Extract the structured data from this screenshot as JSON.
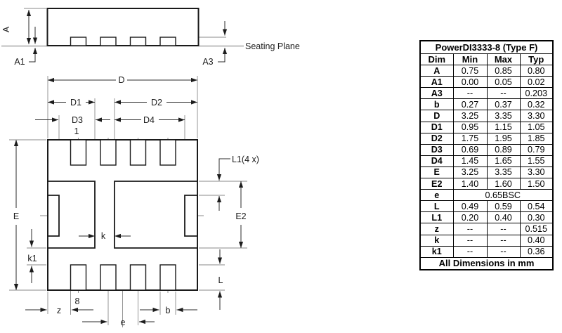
{
  "side_view": {
    "labels": {
      "a": "A",
      "a1": "A1",
      "a3": "A3",
      "seating_plane": "Seating Plane"
    }
  },
  "bottom_view": {
    "labels": {
      "d": "D",
      "d1": "D1",
      "d2": "D2",
      "d3": "D3",
      "d4": "D4",
      "e_dim": "E",
      "e2": "E2",
      "k": "k",
      "k1": "k1",
      "l": "L",
      "l1": "L1(4  x)",
      "z": "z",
      "pitch": "e",
      "b": "b",
      "pin1": "1",
      "pin8": "8"
    }
  },
  "table": {
    "title": "PowerDI3333-8 (Type F)",
    "headers": [
      "Dim",
      "Min",
      "Max",
      "Typ"
    ],
    "rows": [
      {
        "dim": "A",
        "min": "0.75",
        "max": "0.85",
        "typ": "0.80"
      },
      {
        "dim": "A1",
        "min": "0.00",
        "max": "0.05",
        "typ": "0.02"
      },
      {
        "dim": "A3",
        "min": "--",
        "max": "--",
        "typ": "0.203"
      },
      {
        "dim": "b",
        "min": "0.27",
        "max": "0.37",
        "typ": "0.32"
      },
      {
        "dim": "D",
        "min": "3.25",
        "max": "3.35",
        "typ": "3.30"
      },
      {
        "dim": "D1",
        "min": "0.95",
        "max": "1.15",
        "typ": "1.05"
      },
      {
        "dim": "D2",
        "min": "1.75",
        "max": "1.95",
        "typ": "1.85"
      },
      {
        "dim": "D3",
        "min": "0.69",
        "max": "0.89",
        "typ": "0.79"
      },
      {
        "dim": "D4",
        "min": "1.45",
        "max": "1.65",
        "typ": "1.55"
      },
      {
        "dim": "E",
        "min": "3.25",
        "max": "3.35",
        "typ": "3.30"
      },
      {
        "dim": "E2",
        "min": "1.40",
        "max": "1.60",
        "typ": "1.50"
      },
      {
        "dim": "e",
        "span": "0.65BSC"
      },
      {
        "dim": "L",
        "min": "0.49",
        "max": "0.59",
        "typ": "0.54"
      },
      {
        "dim": "L1",
        "min": "0.20",
        "max": "0.40",
        "typ": "0.30"
      },
      {
        "dim": "z",
        "min": "--",
        "max": "--",
        "typ": "0.515"
      },
      {
        "dim": "k",
        "min": "--",
        "max": "--",
        "typ": "0.40"
      },
      {
        "dim": "k1",
        "min": "--",
        "max": "--",
        "typ": "0.36"
      }
    ],
    "footer": "All Dimensions in mm"
  }
}
